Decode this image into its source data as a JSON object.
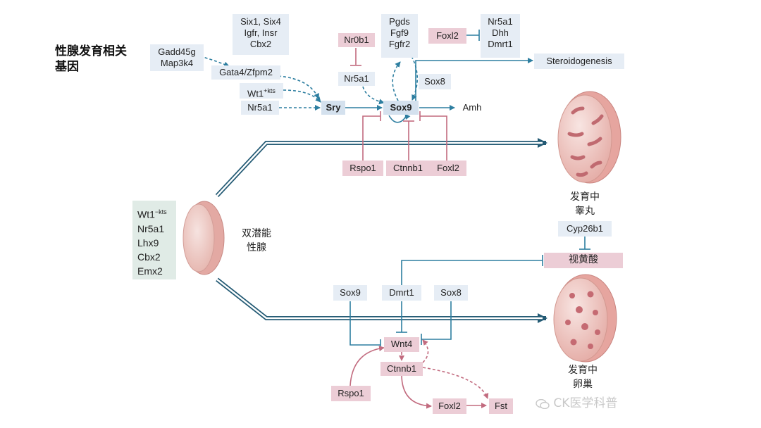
{
  "title_lines": [
    "性腺发育相关",
    "基因"
  ],
  "colors": {
    "blue_box": "#e6edf5",
    "pink_box": "#eccdd6",
    "green_box": "#e0ebe6",
    "arrow": "#2d7ea0",
    "pink_arrow": "#c26b7f",
    "thick_arrow": "#235a74"
  },
  "nodes": {
    "gadd45g": "Gadd45g",
    "map3k4": "Map3k4",
    "six": "Six1, Six4",
    "igfr": "Igfr, Insr",
    "cbx2": "Cbx2",
    "gata4": "Gata4/Zfpm2",
    "wt1_kts_pos_base": "Wt1",
    "wt1_kts_pos_sup": "+kts",
    "nr5a1_left": "Nr5a1",
    "sry": "Sry",
    "nr0b1": "Nr0b1",
    "nr5a1_mid": "Nr5a1",
    "pgds": "Pgds",
    "fgf9": "Fgf9",
    "fgfr2": "Fgfr2",
    "sox8_top": "Sox8",
    "sox9_top": "Sox9",
    "amh": "Amh",
    "foxl2_top": "Foxl2",
    "nr5a1_right": "Nr5a1",
    "dhh": "Dhh",
    "dmrt1_top": "Dmrt1",
    "steroidogenesis": "Steroidogenesis",
    "rspo1_top": "Rspo1",
    "ctnnb1_top": "Ctnnb1",
    "foxl2_mid": "Foxl2",
    "bipotential_wt1_base": "Wt1",
    "bipotential_wt1_sup": "−kts",
    "bipotential_nr5a1": "Nr5a1",
    "bipotential_lhx9": "Lhx9",
    "bipotential_cbx2": "Cbx2",
    "bipotential_emx2": "Emx2",
    "bipotential_label_1": "双潜能",
    "bipotential_label_2": "性腺",
    "testis_label_1": "发育中",
    "testis_label_2": "睾丸",
    "cyp26b1": "Cyp26b1",
    "retinoic_acid": "视黄酸",
    "sox9_bottom": "Sox9",
    "dmrt1_bottom": "Dmrt1",
    "sox8_bottom": "Sox8",
    "wnt4": "Wnt4",
    "ctnnb1_bottom": "Ctnnb1",
    "rspo1_bottom": "Rspo1",
    "foxl2_bottom": "Foxl2",
    "fst": "Fst",
    "ovary_label_1": "发育中",
    "ovary_label_2": "卵巢"
  },
  "watermark": "CK医学科普"
}
